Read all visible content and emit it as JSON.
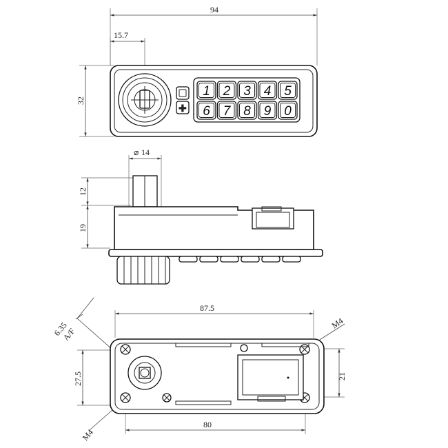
{
  "top_view": {
    "dims": {
      "overall_width": "94",
      "cylinder_offset": "15.7",
      "height": "32"
    },
    "keypad": {
      "row1": [
        "1",
        "2",
        "3",
        "4",
        "5"
      ],
      "row2": [
        "6",
        "7",
        "8",
        "9",
        "0"
      ]
    }
  },
  "side_view": {
    "dims": {
      "cam_diameter": "14",
      "cam_height": "12",
      "body_height": "19"
    }
  },
  "bottom_view": {
    "dims": {
      "hole_spacing_top": "87.5",
      "hole_spacing_bottom": "80",
      "left_height": "27.5",
      "right_height": "21",
      "square_drive": "6.35",
      "square_drive_unit": "A/F",
      "thread_top": "M4",
      "thread_bottom": "M4"
    }
  }
}
